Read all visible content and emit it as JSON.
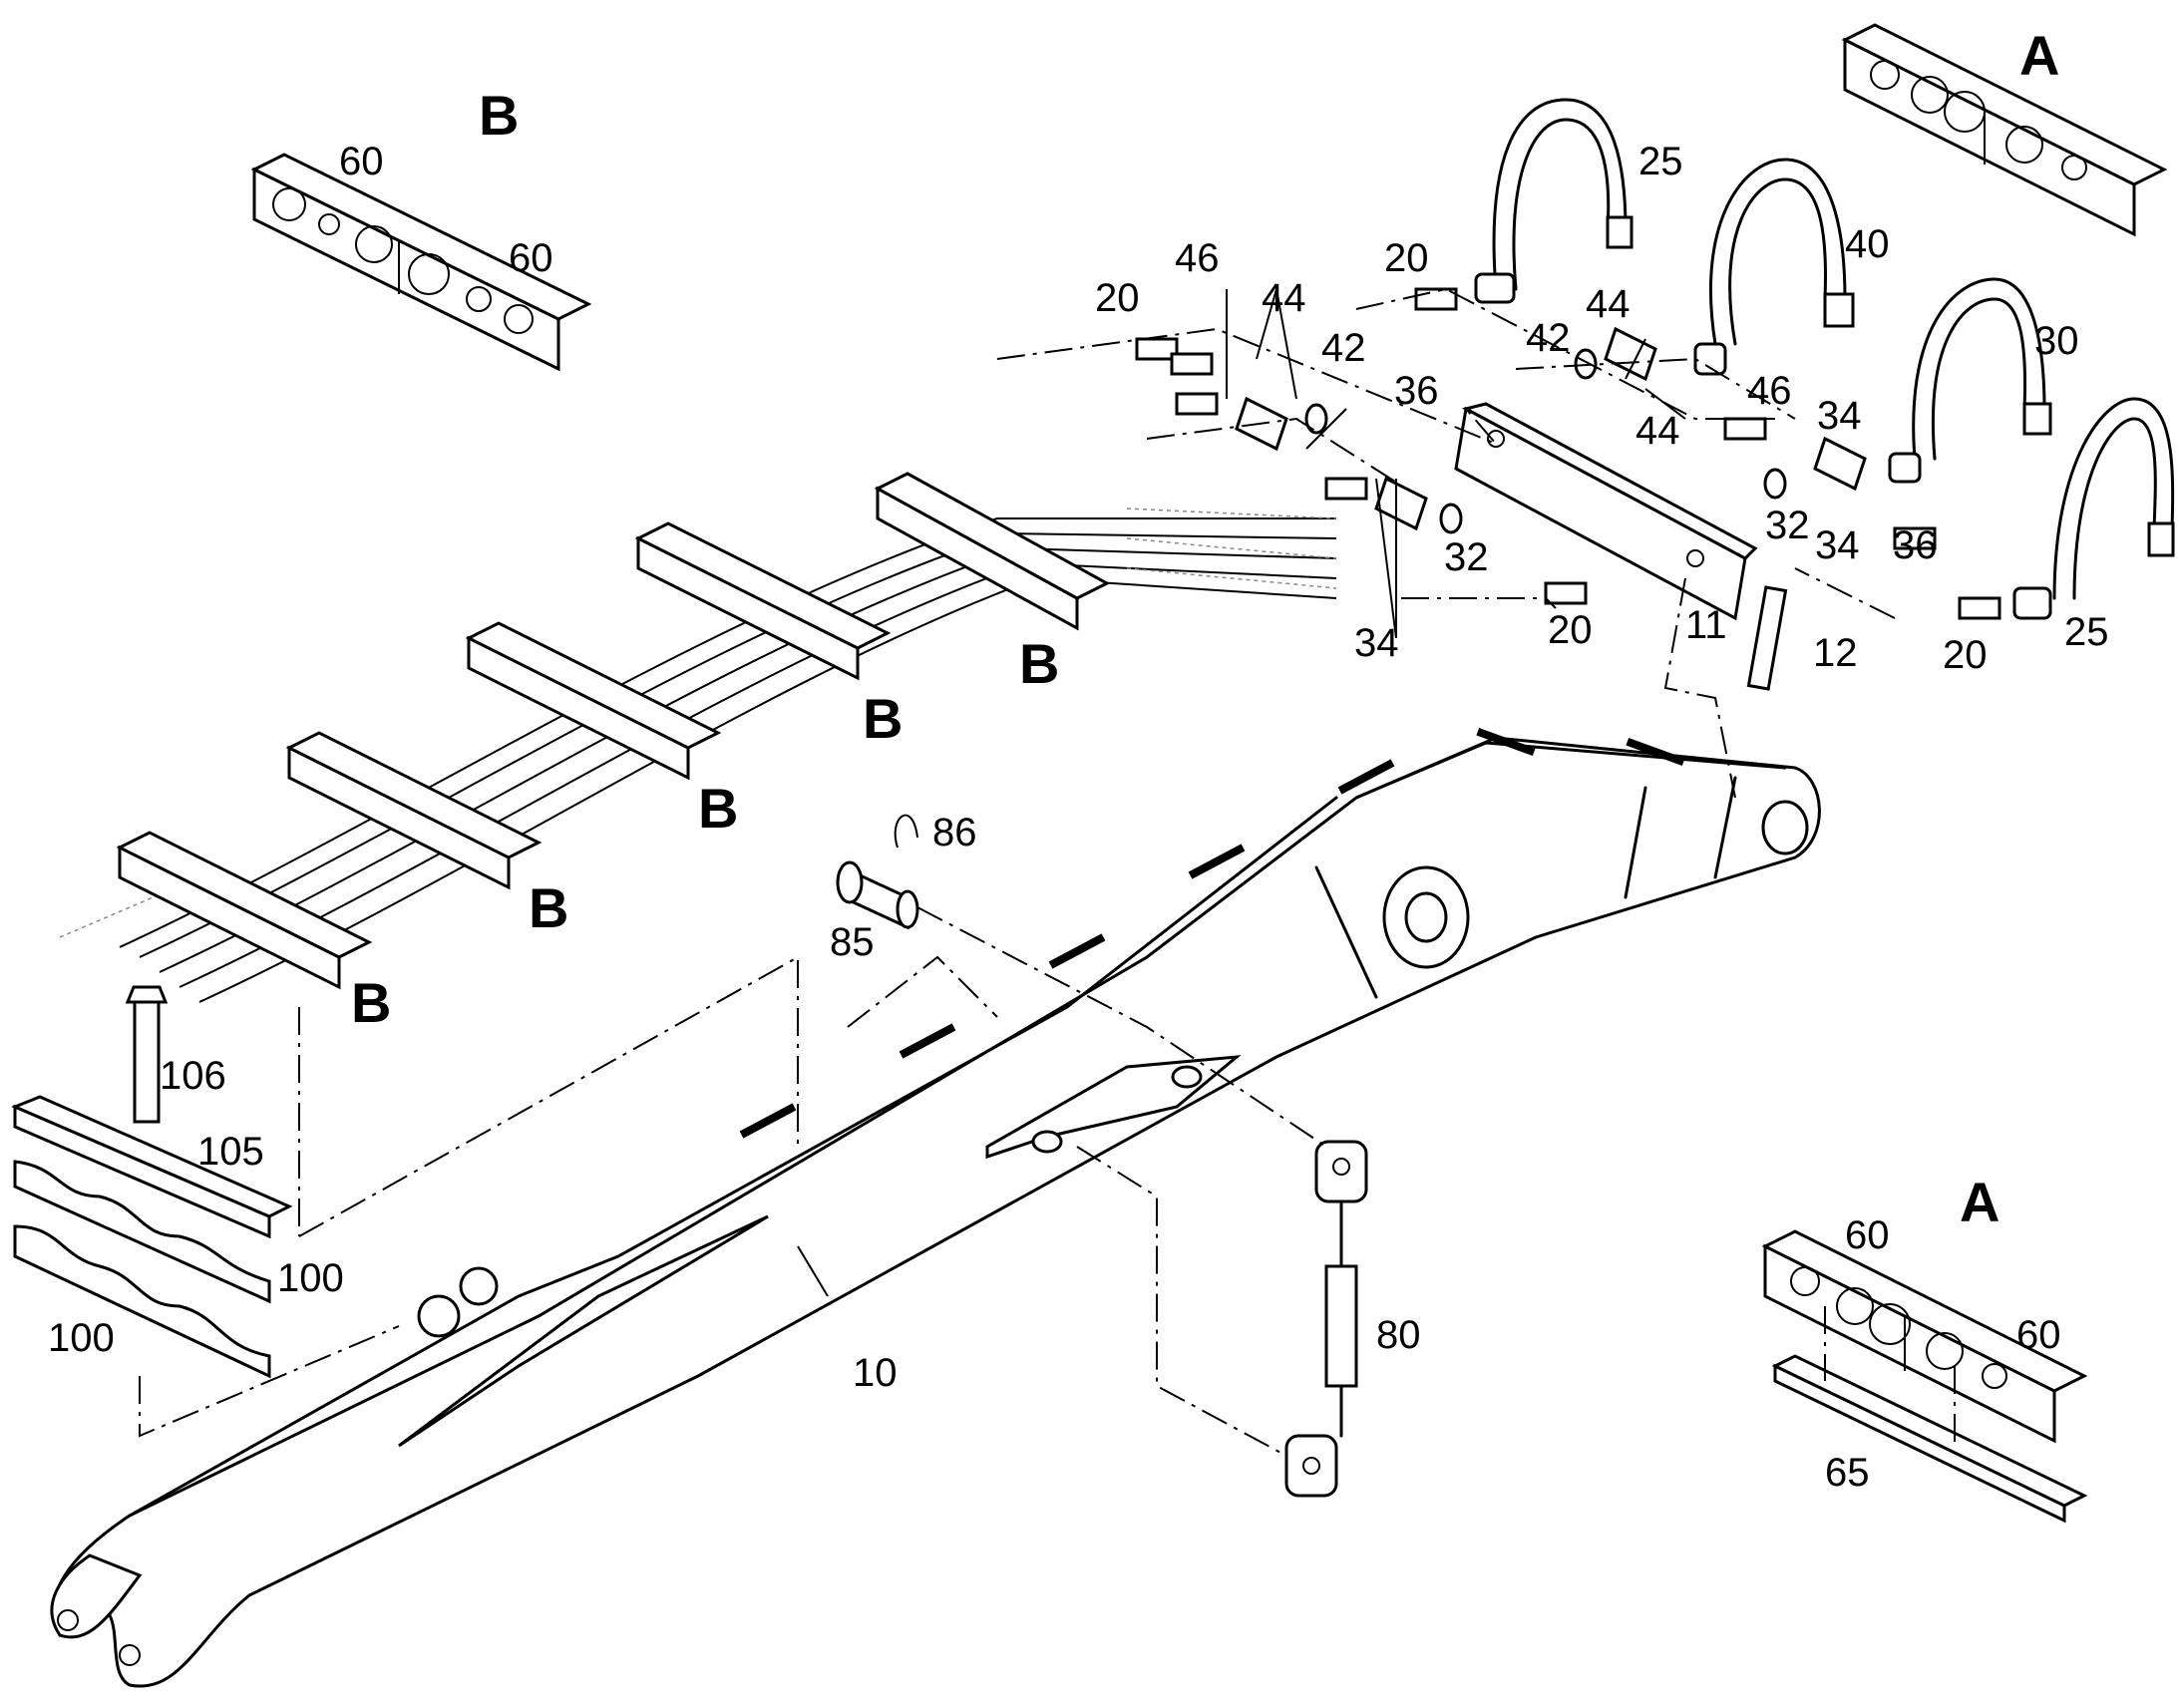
{
  "diagram": {
    "section_labels": {
      "a_top": "A",
      "a_bottom": "A",
      "b_top": "B",
      "b_clamp_1": "B",
      "b_clamp_2": "B",
      "b_clamp_3": "B",
      "b_clamp_4": "B",
      "b_clamp_5": "B"
    },
    "callouts": {
      "c60_b_left": "60",
      "c60_b_right": "60",
      "c25_top": "25",
      "c40": "40",
      "c30": "30",
      "c25_bottom": "25",
      "c20_a": "20",
      "c20_b": "20",
      "c20_c": "20",
      "c20_d": "20",
      "c46_a": "46",
      "c46_b": "46",
      "c44_a": "44",
      "c44_b": "44",
      "c44_c": "44",
      "c42_a": "42",
      "c42_b": "42",
      "c36_a": "36",
      "c36_b": "36",
      "c34_a": "34",
      "c34_b": "34",
      "c34_c": "34",
      "c32_a": "32",
      "c32_b": "32",
      "c11": "11",
      "c12": "12",
      "c86": "86",
      "c85": "85",
      "c106": "106",
      "c105": "105",
      "c100_a": "100",
      "c100_b": "100",
      "c10": "10",
      "c80": "80",
      "c60_a_left": "60",
      "c60_a_right": "60",
      "c65": "65"
    }
  }
}
